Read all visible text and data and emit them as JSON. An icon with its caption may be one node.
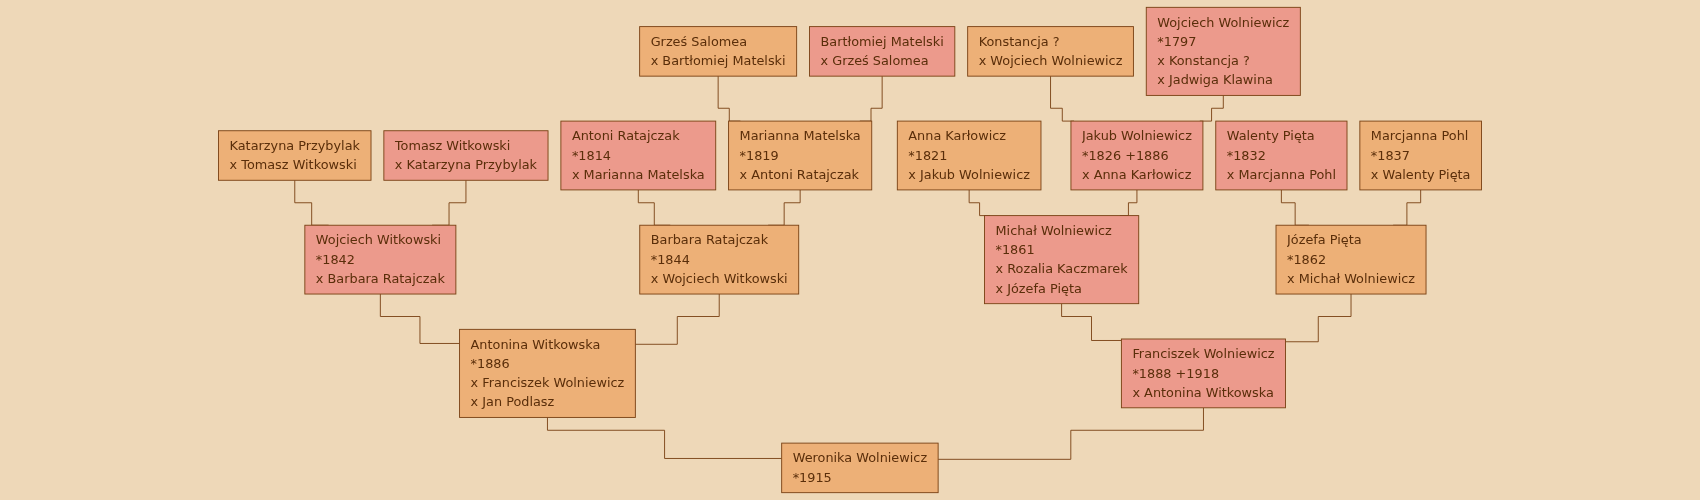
{
  "diagram": {
    "nodes": [
      {
        "text": [
          "Grześ Salomea",
          "x Bartłomiej Matelski"
        ]
      },
      {
        "text": [
          "Bartłomiej Matelski",
          "x Grześ Salomea"
        ]
      },
      {
        "text": [
          "Konstancja ?",
          "x Wojciech Wolniewicz"
        ]
      },
      {
        "text": [
          "Wojciech Wolniewicz",
          "*1797",
          "x Konstancja ?",
          "x Jadwiga Klawina"
        ]
      },
      {
        "text": [
          "Katarzyna Przybylak",
          "x Tomasz Witkowski"
        ]
      },
      {
        "text": [
          "Tomasz Witkowski",
          "x Katarzyna Przybylak"
        ]
      },
      {
        "text": [
          "Antoni Ratajczak",
          "*1814",
          "x Marianna Matelska"
        ]
      },
      {
        "text": [
          "Marianna Matelska",
          "*1819",
          "x Antoni Ratajczak"
        ]
      },
      {
        "text": [
          "Anna Karłowicz",
          "*1821",
          "x Jakub Wolniewicz"
        ]
      },
      {
        "text": [
          "Jakub Wolniewicz",
          "*1826 +1886",
          "x Anna Karłowicz"
        ]
      },
      {
        "text": [
          "Walenty Pięta",
          "*1832",
          "x Marcjanna Pohl"
        ]
      },
      {
        "text": [
          "Marcjanna Pohl",
          "*1837",
          "x Walenty Pięta"
        ]
      },
      {
        "text": [
          "Wojciech Witkowski",
          "*1842",
          "x Barbara Ratajczak"
        ]
      },
      {
        "text": [
          "Barbara Ratajczak",
          "*1844",
          "x Wojciech Witkowski"
        ]
      },
      {
        "text": [
          "Michał Wolniewicz",
          "*1861",
          "x Rozalia Kaczmarek",
          "x Józefa Pięta"
        ]
      },
      {
        "text": [
          "Józefa Pięta",
          "*1862",
          "x Michał Wolniewicz"
        ]
      },
      {
        "text": [
          "Antonina Witkowska",
          "*1886",
          "x Franciszek Wolniewicz",
          "x Jan Podlasz"
        ]
      },
      {
        "text": [
          "Franciszek Wolniewicz",
          "*1888 +1918",
          "x Antonina Witkowska"
        ]
      },
      {
        "text": [
          "Weronika Wolniewicz",
          "*1915"
        ]
      }
    ],
    "edges": [
      {
        "from": 0,
        "to": 7,
        "arrow": "none"
      },
      {
        "from": 1,
        "to": 7,
        "arrow": "none"
      },
      {
        "from": 2,
        "to": 9,
        "arrow": "none"
      },
      {
        "from": 3,
        "to": 9,
        "arrow": "none"
      },
      {
        "from": 4,
        "to": 12,
        "arrow": "none"
      },
      {
        "from": 5,
        "to": 12,
        "arrow": "none"
      },
      {
        "from": 6,
        "to": 13,
        "arrow": "none"
      },
      {
        "from": 7,
        "to": 13,
        "arrow": "none"
      },
      {
        "from": 8,
        "to": 14,
        "arrow": "none"
      },
      {
        "from": 9,
        "to": 14,
        "arrow": "none"
      },
      {
        "from": 10,
        "to": 15,
        "arrow": "none"
      },
      {
        "from": 11,
        "to": 15,
        "arrow": "none"
      },
      {
        "from": 12,
        "to": 16,
        "arrow": "none"
      },
      {
        "from": 13,
        "to": 16,
        "arrow": "none"
      },
      {
        "from": 14,
        "to": 17,
        "arrow": "none"
      },
      {
        "from": 15,
        "to": 17,
        "arrow": "none"
      },
      {
        "from": 16,
        "to": 18,
        "arrow": "none"
      },
      {
        "from": 17,
        "to": 18,
        "arrow": "none"
      }
    ]
  }
}
